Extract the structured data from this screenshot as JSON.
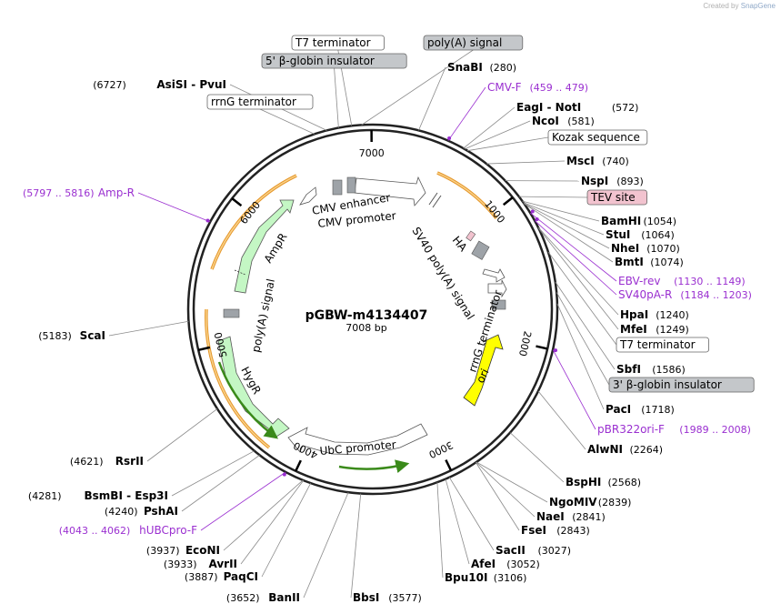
{
  "credit": {
    "prefix": "Created by",
    "brand": "SnapGene"
  },
  "plasmid": {
    "name": "pGBW-m4134407",
    "size_label": "7008 bp",
    "length": 7008
  },
  "ticks": [
    {
      "pos": 1000,
      "label": "1000"
    },
    {
      "pos": 2000,
      "label": "2000"
    },
    {
      "pos": 3000,
      "label": "3000"
    },
    {
      "pos": 4000,
      "label": "4000"
    },
    {
      "pos": 5000,
      "label": "5000"
    },
    {
      "pos": 6000,
      "label": "6000"
    },
    {
      "pos": 7000,
      "label": "7000"
    }
  ],
  "site_labels": [
    {
      "name": "SnaBI",
      "pos": "(280)",
      "bp": 280,
      "kind": "enzyme"
    },
    {
      "name": "CMV-F",
      "pos": "(459 .. 479)",
      "bp": 469,
      "kind": "primer"
    },
    {
      "name": "EagI  -  NotI",
      "pos": "(572)",
      "bp": 572,
      "kind": "enzyme"
    },
    {
      "name": "NcoI",
      "pos": "(581)",
      "bp": 581,
      "kind": "enzyme"
    },
    {
      "name": "Kozak sequence",
      "pos": "",
      "bp": 600,
      "kind": "feature"
    },
    {
      "name": "MscI",
      "pos": "(740)",
      "bp": 740,
      "kind": "enzyme"
    },
    {
      "name": "NspI",
      "pos": "(893)",
      "bp": 893,
      "kind": "enzyme"
    },
    {
      "name": "TEV site",
      "pos": "",
      "bp": 1020,
      "kind": "feature-pink"
    },
    {
      "name": "BamHI",
      "pos": "(1054)",
      "bp": 1054,
      "kind": "enzyme-bold"
    },
    {
      "name": "StuI",
      "pos": "(1064)",
      "bp": 1064,
      "kind": "enzyme-bold"
    },
    {
      "name": "NheI",
      "pos": "(1070)",
      "bp": 1070,
      "kind": "enzyme-bold"
    },
    {
      "name": "BmtI",
      "pos": "(1074)",
      "bp": 1074,
      "kind": "enzyme-bold"
    },
    {
      "name": "EBV-rev",
      "pos": "(1130 .. 1149)",
      "bp": 1140,
      "kind": "primer"
    },
    {
      "name": "SV40pA-R",
      "pos": "(1184 .. 1203)",
      "bp": 1193,
      "kind": "primer"
    },
    {
      "name": "HpaI",
      "pos": "(1240)",
      "bp": 1240,
      "kind": "enzyme"
    },
    {
      "name": "MfeI",
      "pos": "(1249)",
      "bp": 1249,
      "kind": "enzyme"
    },
    {
      "name": "T7 terminator",
      "pos": "",
      "bp": 1400,
      "kind": "feature"
    },
    {
      "name": "SbfI",
      "pos": "(1586)",
      "bp": 1586,
      "kind": "enzyme"
    },
    {
      "name": "3' β-globin insulator",
      "pos": "",
      "bp": 1650,
      "kind": "feature-gray"
    },
    {
      "name": "PacI",
      "pos": "(1718)",
      "bp": 1718,
      "kind": "enzyme"
    },
    {
      "name": "pBR322ori-F",
      "pos": "(1989 .. 2008)",
      "bp": 1998,
      "kind": "primer"
    },
    {
      "name": "AlwNI",
      "pos": "(2264)",
      "bp": 2264,
      "kind": "enzyme"
    },
    {
      "name": "BspHI",
      "pos": "(2568)",
      "bp": 2568,
      "kind": "enzyme"
    },
    {
      "name": "NgoMIV",
      "pos": "(2839)",
      "bp": 2839,
      "kind": "enzyme"
    },
    {
      "name": "NaeI",
      "pos": "(2841)",
      "bp": 2841,
      "kind": "enzyme"
    },
    {
      "name": "FseI",
      "pos": "(2843)",
      "bp": 2843,
      "kind": "enzyme"
    },
    {
      "name": "SacII",
      "pos": "(3027)",
      "bp": 3027,
      "kind": "enzyme"
    },
    {
      "name": "AfeI",
      "pos": "(3052)",
      "bp": 3052,
      "kind": "enzyme"
    },
    {
      "name": "Bpu10I",
      "pos": "(3106)",
      "bp": 3106,
      "kind": "enzyme"
    },
    {
      "name": "BbsI",
      "pos": "(3577)",
      "bp": 3577,
      "kind": "enzyme"
    },
    {
      "name": "BanII",
      "pos": "(3652)",
      "bp": 3652,
      "kind": "enzyme"
    },
    {
      "name": "PaqCI",
      "pos": "(3887)",
      "bp": 3887,
      "kind": "enzyme"
    },
    {
      "name": "AvrII",
      "pos": "(3933)",
      "bp": 3933,
      "kind": "enzyme"
    },
    {
      "name": "EcoNI",
      "pos": "(3937)",
      "bp": 3937,
      "kind": "enzyme"
    },
    {
      "name": "hUBCpro-F",
      "pos": "(4043 .. 4062)",
      "bp": 4052,
      "kind": "primer"
    },
    {
      "name": "PshAI",
      "pos": "(4240)",
      "bp": 4240,
      "kind": "enzyme"
    },
    {
      "name": "BsmBI  -  Esp3I",
      "pos": "(4281)",
      "bp": 4281,
      "kind": "enzyme"
    },
    {
      "name": "RsrII",
      "pos": "(4621)",
      "bp": 4621,
      "kind": "enzyme"
    },
    {
      "name": "ScaI",
      "pos": "(5183)",
      "bp": 5183,
      "kind": "enzyme"
    },
    {
      "name": "Amp-R",
      "pos": "(5797 .. 5816)",
      "bp": 5806,
      "kind": "primer"
    },
    {
      "name": "rrnG terminator",
      "pos": "",
      "bp": 6650,
      "kind": "feature"
    },
    {
      "name": "AsiSI  -  PvuI",
      "pos": "(6727)",
      "bp": 6727,
      "kind": "enzyme"
    },
    {
      "name": "5' β-globin insulator",
      "pos": "",
      "bp": 6800,
      "kind": "feature-gray"
    },
    {
      "name": "T7 terminator",
      "pos": "",
      "bp": 6880,
      "kind": "feature"
    },
    {
      "name": "poly(A) signal",
      "pos": "",
      "bp": 6940,
      "kind": "feature-gray"
    }
  ],
  "inner_labels": [
    {
      "text": "CMV enhancer"
    },
    {
      "text": "CMV promoter"
    },
    {
      "text": "HA"
    },
    {
      "text": "SV40 poly(A) signal"
    },
    {
      "text": "rrnG terminator"
    },
    {
      "text": "ori"
    },
    {
      "text": "UbC promoter"
    },
    {
      "text": "HygR"
    },
    {
      "text": "poly(A) signal"
    },
    {
      "text": "AmpR"
    }
  ],
  "colors": {
    "enzyme": "#000000",
    "primer": "#9a2fd0",
    "orange": "#f5b04a",
    "green": "#c4f7c4",
    "ori": "#ffff00",
    "gray": "#9ea3a8",
    "pink": "#f2c3cf"
  }
}
